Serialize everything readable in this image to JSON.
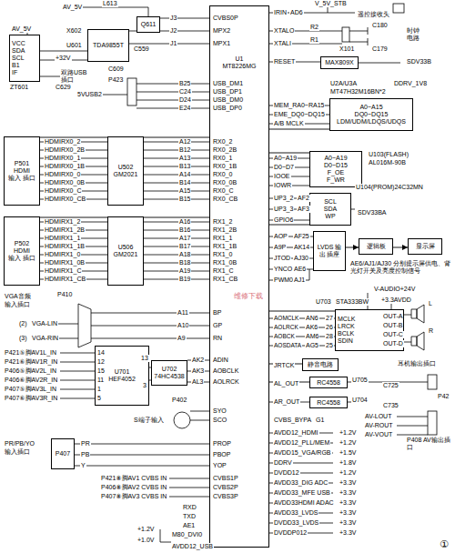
{
  "diagram": {
    "nodes": [
      {
        "text": [
          "U1",
          "MT8226MG"
        ]
      },
      {
        "text": [
          "Q611"
        ]
      },
      {
        "text": [
          "TDA9855T"
        ]
      },
      {
        "text": [
          "VCC",
          "SDA",
          "SCL",
          "B1",
          "IF"
        ]
      },
      {
        "text": [
          "P501 HDMI",
          "输入 插口"
        ]
      },
      {
        "text": [
          "U502",
          "GM2021"
        ]
      },
      {
        "text": [
          "P502 HDMI",
          "输入 插口"
        ]
      },
      {
        "text": [
          "U506",
          "GM2021"
        ]
      },
      {
        "text": [
          "U701",
          "HEF4052"
        ]
      },
      {
        "text": [
          "U702",
          "74HC4538"
        ]
      },
      {
        "text": [
          "P407"
        ]
      },
      {
        "text": [
          "A0~A15",
          "DQ0~DQ15",
          "LDM/UDM/LDQS/UDQS"
        ]
      },
      {
        "text": [
          "MAX809X"
        ]
      },
      {
        "text": [
          "A0~A19",
          "D0~D15",
          "F_OE",
          "F_WR"
        ]
      },
      {
        "text": [
          "SCL",
          "SDA",
          "WP"
        ]
      },
      {
        "text": [
          "LVDS 输出 插座"
        ]
      },
      {
        "text": [
          "逻辑板"
        ]
      },
      {
        "text": [
          "显示屏"
        ]
      },
      {
        "text": [
          "MCLK",
          "LRCK",
          "BCLK",
          "SDIN"
        ]
      },
      {
        "text": [
          "静音电路"
        ]
      },
      {
        "text": [
          "RC4558"
        ]
      },
      {
        "text": [
          "RC4558"
        ]
      }
    ],
    "edges": [
      {
        "from": 15,
        "to": 16,
        "arrow": "to"
      },
      {
        "from": 16,
        "to": 17,
        "arrow": "to"
      },
      {
        "from": 5,
        "to": 0,
        "arrow": "none"
      },
      {
        "from": 7,
        "to": 0,
        "arrow": "none"
      },
      {
        "from": 4,
        "to": 5,
        "arrow": "none"
      },
      {
        "from": 6,
        "to": 7,
        "arrow": "none"
      },
      {
        "from": 0,
        "to": 11,
        "arrow": "none"
      },
      {
        "from": 0,
        "to": 13,
        "arrow": "none"
      },
      {
        "from": 0,
        "to": 14,
        "arrow": "none"
      },
      {
        "from": 0,
        "to": 18,
        "arrow": "none"
      },
      {
        "from": 0,
        "to": 19,
        "arrow": "none"
      },
      {
        "from": 0,
        "to": 20,
        "arrow": "none"
      }
    ],
    "labels": [
      "AV_5V",
      "L613",
      "X602",
      "U601",
      "AV_5V",
      "+32V",
      "ZT601",
      "C629",
      "C559",
      "C609",
      "J3",
      "J2",
      "J1",
      "CVBS0P",
      "MPX2",
      "MPX1",
      "双路USB 插口",
      "P423",
      "5VUSB2",
      "B25",
      "C24",
      "D24",
      "E24",
      "USB_DM1",
      "USB_DP1",
      "USB_DM0",
      "USB_DP0",
      "HDMIRX0_2",
      "HDMIRX0_2B",
      "HDMIRX0_1",
      "HDMIRX0_1B",
      "HDMIRX0_0",
      "HDMIRX0_0B",
      "HDMIRX0_C",
      "HDMIRX0_CB",
      "A12",
      "B12",
      "A13",
      "B13",
      "A14",
      "B14",
      "A15",
      "B15",
      "RX0_2",
      "RX0_2B",
      "RX0_1",
      "RX0_1B",
      "RX0_0",
      "RX0_0B",
      "RX0_C",
      "RX0_CB",
      "HDMIRX1_2",
      "HDMIRX1_2B",
      "HDMIRX1_1",
      "HDMIRX1_1B",
      "HDMIRX1_0",
      "HDMIRX1_0B",
      "HDMIRX1_C",
      "HDMIRX1_CB",
      "A16",
      "B16",
      "A17",
      "B17",
      "A18",
      "B18",
      "A19",
      "B19",
      "RX1_2",
      "RX1_2B",
      "RX1_1",
      "RX1_1B",
      "RX1_0",
      "RX1_0B",
      "RX1_C",
      "RX1_CB",
      "P410",
      "VGA音频",
      "输入插口",
      "(2)",
      "VGA-LIN",
      "(3)",
      "VGA-RIN",
      "A11",
      "BP",
      "A10",
      "GP",
      "A9",
      "RN",
      "P421⑤脚AV1L_IN",
      "P421⑥脚AV1R_IN",
      "P406⑤脚AV2L_IN",
      "P406⑥脚AV2R_IN",
      "P407⑤脚AV3L_IN",
      "P407⑥脚AV3R_IN",
      "14",
      "12",
      "15",
      "11",
      "1",
      "5",
      "13",
      "3",
      "AK2",
      "AK3",
      "AL3",
      "ADIN",
      "AOBCLK",
      "AOLRCK",
      "P402",
      "S端子输入",
      "SYO",
      "SCO",
      "PR/PB/YO",
      "输入插口",
      "PR",
      "PB",
      "Y",
      "PROP",
      "PBOP",
      "YOP",
      "P421⑧脚AV1 CVBS IN",
      "P406⑧脚AV2 CVBS IN",
      "P407⑧脚AV3 CVBS IN",
      "CVBS1P",
      "CVBS2P",
      "CVBS3P",
      "RXD",
      "TXD",
      "AE1",
      "M80_DVI0",
      "+1.2V",
      "+1.0V",
      "AVDD12_USB",
      "IRIN",
      "AD6",
      "V_5V_STB",
      "遥控接收头",
      "XTALO",
      "XTALI",
      "R2",
      "R1",
      "C180",
      "X101",
      "C179",
      "时钟 电路",
      "RESET",
      "SDV33B",
      "DDRV_1V8",
      "U2A/U3A",
      "MT47H32M16BN*2",
      "MEM_RA0~RA15",
      "EME_DQ0~DQ15",
      "A/B MCLK",
      "A0~A19",
      "D0~D7",
      "IOOE",
      "IOWR",
      "U103(FLASH)",
      "AL016M-90B",
      "UP3_2",
      "UP3_3",
      "GPIO6",
      "AF2",
      "AF3",
      "U104(PROM)24C32MN",
      "SDV33BA",
      "AOP",
      "A9P",
      "JTOD",
      "YNCO",
      "PWM0",
      "AF25",
      "AK14",
      "AJ30",
      "AE6",
      "AJ1",
      "AE6/AJ1/AJ30 分别提示屏供电、背光灯开关及亮度控制信号",
      "V-AUDIO+24V",
      "+3.3AVDD",
      "U703",
      "STA333BW",
      "OUT-A",
      "OUT-B",
      "OUT-C",
      "OUT-D",
      "L",
      "R",
      "AOMCLK",
      "AOLRCK",
      "AOBCK",
      "AOSDATA",
      "AN6",
      "27",
      "AK6",
      "26",
      "AM6",
      "28",
      "AG5",
      "25",
      "耳机输出插口",
      "JRTCK",
      "AL_OUT",
      "AR_OUT",
      "U705",
      "U704",
      "C725",
      "C735",
      "P42",
      "AV-LOUT",
      "AV-ROUT",
      "AV-VOUT",
      "P408 AV输出插口",
      "CVBS_BYPA",
      "G1",
      "AVDD12_HDMI",
      "AVDD12_PLL/MEM",
      "AVDD15_VGA/RGB",
      "DDRV",
      "DVDD12",
      "AVDD33_DIG ADC",
      "AVDD33_MFE USB",
      "AVDD33HDMI ADAC",
      "AVDD33_LVDS",
      "DVDD33_LVDS",
      "DVDDP012",
      "+1.2V",
      "+1.2V",
      "+1.5V",
      "+1.8V",
      "+1.2V",
      "+3.3V",
      "+3.3V",
      "+3.3V",
      "+3.3V",
      "+3.3V",
      "+3.3V",
      "维修下载",
      "①"
    ]
  }
}
